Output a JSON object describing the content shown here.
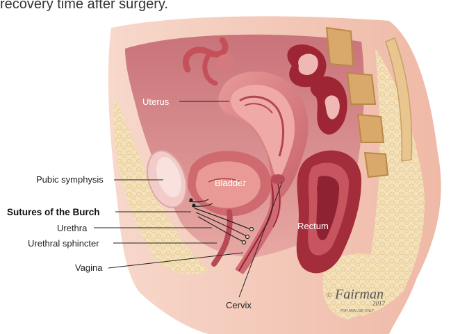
{
  "heading": "recovery time after surgery.",
  "labels": {
    "uterus": "Uterus",
    "pubic_symphysis": "Pubic symphysis",
    "bladder": "Bladder",
    "sutures": "Sutures of the Burch",
    "urethra": "Urethra",
    "urethral_sphincter": "Urethral sphincter",
    "rectum": "Rectum",
    "vagina": "Vagina",
    "cervix": "Cervix"
  },
  "signature": {
    "name": "Fairman",
    "copyright": "©",
    "year": "2017",
    "note": "FOR ANA USE ONLY"
  },
  "colors": {
    "skin": "#f2c4b4",
    "tissue_pink": "#e9a3a0",
    "muscle_red": "#b8424c",
    "dark_red": "#7a1e2a",
    "fat_yellow": "#f1dcb0",
    "bone_tan": "#d9a96b"
  }
}
